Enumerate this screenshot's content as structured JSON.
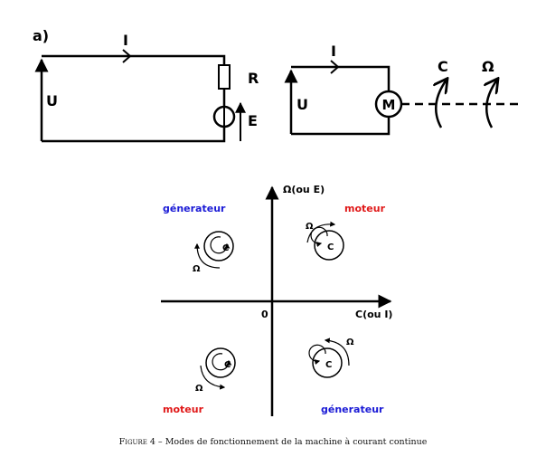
{
  "circuit_left": {
    "part_label": "a)",
    "current_label": "I",
    "voltage_label": "U",
    "resistor_label": "R",
    "emf_label": "E"
  },
  "circuit_right": {
    "current_label": "I",
    "voltage_label": "U",
    "motor_label": "M",
    "torque_label": "C",
    "speed_label": "Ω"
  },
  "quadrants": {
    "y_axis_label": "Ω(ou E)",
    "x_axis_label": "C(ou I)",
    "origin_label": "0",
    "top_left_mode": "génerateur",
    "top_right_mode": "moteur",
    "bottom_left_mode": "moteur",
    "bottom_right_mode": "génerateur",
    "torque_symbol": "C",
    "speed_symbol": "Ω",
    "mode_colors": {
      "generator": "#1a1ad6",
      "motor": "#e01818"
    }
  },
  "caption": {
    "figure_label": "Figure 4",
    "separator": " – ",
    "text": "Modes de fonctionnement de la machine à courant continue"
  }
}
